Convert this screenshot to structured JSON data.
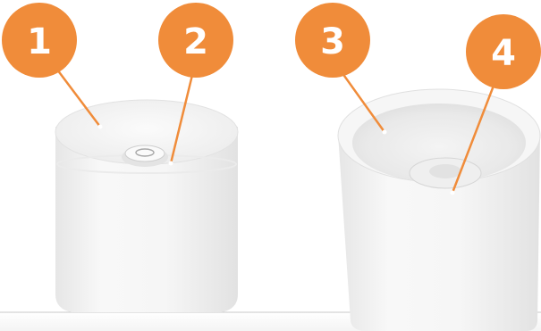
{
  "callouts": [
    {
      "label": "1"
    },
    {
      "label": "2"
    },
    {
      "label": "3"
    },
    {
      "label": "4"
    }
  ],
  "colors": {
    "badge": "#f08c3a",
    "leader_line": "#f08c3a",
    "background": "#ffffff",
    "product_body": "#f1f1f1",
    "product_shadow": "#dcdcdc"
  }
}
